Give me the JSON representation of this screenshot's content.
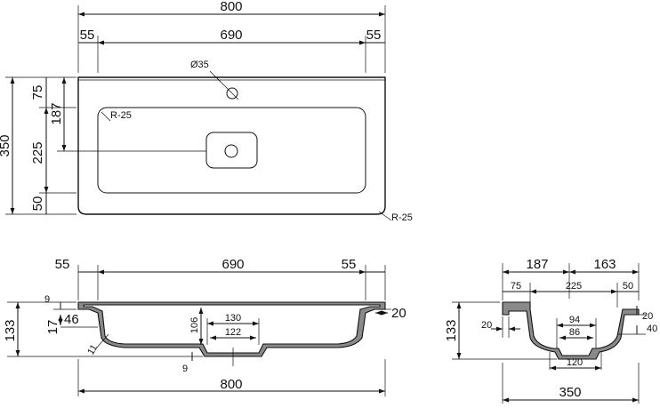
{
  "top_view": {
    "overall_width": "800",
    "rim_left": "55",
    "bowl_width": "690",
    "rim_right": "55",
    "tap_hole": "Ø35",
    "depth_total": "350",
    "back_rim": "75",
    "bowl_depth": "187",
    "drain_pos": "225",
    "front_rim": "50",
    "inner_radius": "R-25",
    "outer_radius": "R-25"
  },
  "front_section": {
    "rim_left": "55",
    "bowl_width": "690",
    "rim_right": "55",
    "overall_width": "800",
    "height": "133",
    "top_thickness": "9",
    "lip": "17",
    "lip_offset": "46",
    "edge": "20",
    "inner_depth": "106",
    "drain_outer": "130",
    "drain_inner": "122",
    "wall": "11",
    "drain_thickness": "9"
  },
  "side_section": {
    "back_part": "187",
    "front_part": "163",
    "back_rim": "75",
    "bowl_depth": "225",
    "front_rim": "50",
    "height": "133",
    "back_lip": "20",
    "front_edge": "20",
    "front_lip": "40",
    "drain_outer": "94",
    "drain_inner": "86",
    "drain_base": "120",
    "overall_depth": "350"
  }
}
